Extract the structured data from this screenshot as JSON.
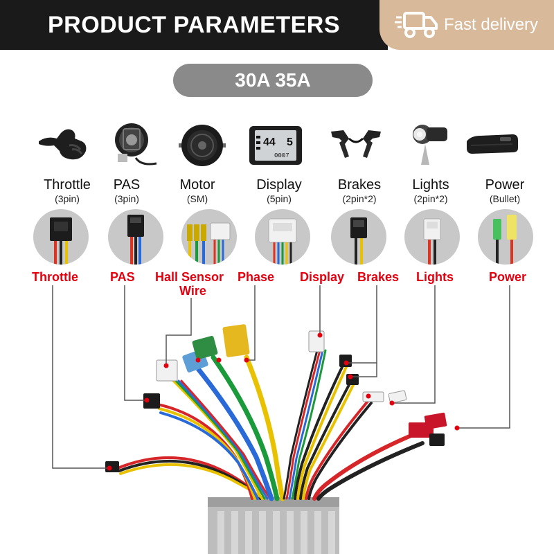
{
  "header": {
    "title": "PRODUCT PARAMETERS",
    "delivery_label": "Fast delivery"
  },
  "amp_rating": "30A 35A",
  "components": [
    {
      "name": "Throttle",
      "spec": "(3pin)",
      "icon": "throttle-icon"
    },
    {
      "name": "PAS",
      "spec": "(3pin)",
      "icon": "pas-sensor-icon"
    },
    {
      "name": "Motor",
      "spec": "(SM)",
      "icon": "hub-motor-icon"
    },
    {
      "name": "Display",
      "spec": "(5pin)",
      "icon": "lcd-display-icon"
    },
    {
      "name": "Brakes",
      "spec": "(2pin*2)",
      "icon": "brake-levers-icon"
    },
    {
      "name": "Lights",
      "spec": "(2pin*2)",
      "icon": "headlight-icon"
    },
    {
      "name": "Power",
      "spec": "(Bullet)",
      "icon": "battery-icon"
    }
  ],
  "display_screen": {
    "speed": "44",
    "level": "5",
    "odo": "0007"
  },
  "wire_labels": {
    "throttle": "Throttle",
    "pas": "PAS",
    "hall_sensor_line1": "Hall Sensor",
    "hall_sensor_line2": "Wire",
    "phase": "Phase",
    "display": "Display",
    "brakes": "Brakes",
    "lights": "Lights",
    "power": "Power"
  },
  "colors": {
    "header_bg": "#1a1a1a",
    "delivery_bg": "#d8b99a",
    "pill_bg": "#8a8a8a",
    "label_red": "#e3000f",
    "leader_line": "#555555"
  }
}
